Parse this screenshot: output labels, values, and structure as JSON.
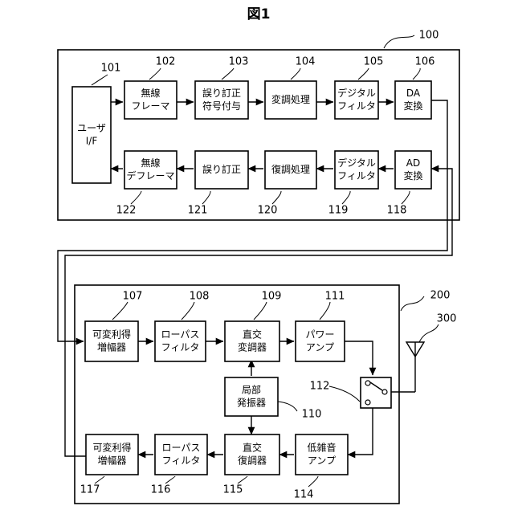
{
  "title": "図1",
  "groups": [
    {
      "id": "g100",
      "number": "100"
    },
    {
      "id": "g200",
      "number": "200"
    }
  ],
  "blocks": [
    {
      "id": "b101",
      "number": "101",
      "lines": [
        "ユーザ",
        "I/F"
      ]
    },
    {
      "id": "b102",
      "number": "102",
      "lines": [
        "無線",
        "フレーマ"
      ]
    },
    {
      "id": "b103",
      "number": "103",
      "lines": [
        "誤り訂正",
        "符号付与"
      ]
    },
    {
      "id": "b104",
      "number": "104",
      "lines": [
        "変調処理"
      ]
    },
    {
      "id": "b105",
      "number": "105",
      "lines": [
        "デジタル",
        "フィルタ"
      ]
    },
    {
      "id": "b106",
      "number": "106",
      "lines": [
        "DA",
        "変換"
      ]
    },
    {
      "id": "b122",
      "number": "122",
      "lines": [
        "無線",
        "デフレーマ"
      ]
    },
    {
      "id": "b121",
      "number": "121",
      "lines": [
        "誤り訂正"
      ]
    },
    {
      "id": "b120",
      "number": "120",
      "lines": [
        "復調処理"
      ]
    },
    {
      "id": "b119",
      "number": "119",
      "lines": [
        "デジタル",
        "フィルタ"
      ]
    },
    {
      "id": "b118",
      "number": "118",
      "lines": [
        "AD",
        "変換"
      ]
    },
    {
      "id": "b107",
      "number": "107",
      "lines": [
        "可変利得",
        "増幅器"
      ]
    },
    {
      "id": "b108",
      "number": "108",
      "lines": [
        "ローパス",
        "フィルタ"
      ]
    },
    {
      "id": "b109",
      "number": "109",
      "lines": [
        "直交",
        "変調器"
      ]
    },
    {
      "id": "b111",
      "number": "111",
      "lines": [
        "パワー",
        "アンプ"
      ]
    },
    {
      "id": "b110",
      "number": "110",
      "lines": [
        "局部",
        "発振器"
      ]
    },
    {
      "id": "b112",
      "number": "112",
      "lines": []
    },
    {
      "id": "b117",
      "number": "117",
      "lines": [
        "可変利得",
        "増幅器"
      ]
    },
    {
      "id": "b116",
      "number": "116",
      "lines": [
        "ローパス",
        "フィルタ"
      ]
    },
    {
      "id": "b115",
      "number": "115",
      "lines": [
        "直交",
        "復調器"
      ]
    },
    {
      "id": "b114",
      "number": "114",
      "lines": [
        "低雑音",
        "アンプ"
      ]
    }
  ],
  "antenna": {
    "number": "300"
  }
}
